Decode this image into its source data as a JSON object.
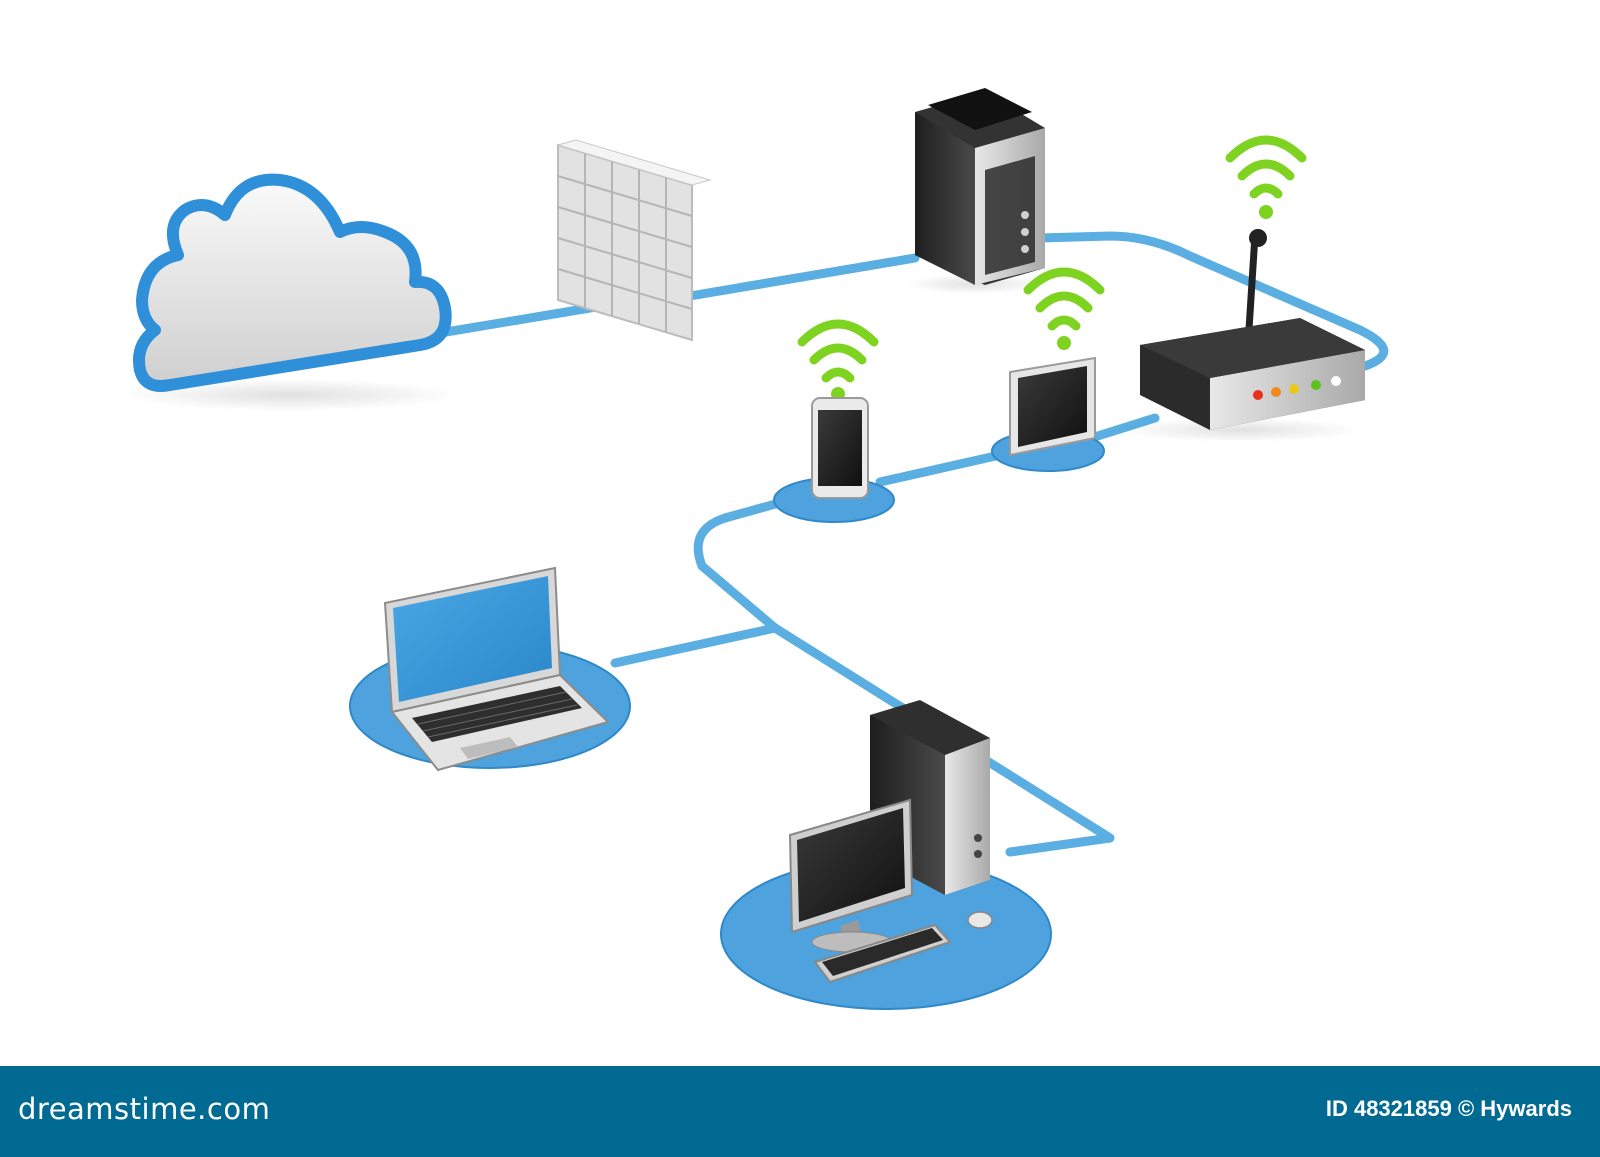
{
  "colors": {
    "background": "#ffffff",
    "cable": "#5aaee2",
    "platform": "#4ea3de",
    "wifi": "#7ed321",
    "footer": "#006a93",
    "device_dark": "#2b2b2b",
    "screen_blue": "#3b9ddc"
  },
  "diagram": {
    "nodes": [
      {
        "id": "cloud",
        "icon": "cloud-icon"
      },
      {
        "id": "firewall",
        "icon": "brick-wall-icon"
      },
      {
        "id": "server",
        "icon": "server-tower-icon"
      },
      {
        "id": "router",
        "icon": "wireless-router-icon"
      },
      {
        "id": "tablet",
        "icon": "tablet-icon"
      },
      {
        "id": "smartphone",
        "icon": "smartphone-icon"
      },
      {
        "id": "laptop",
        "icon": "laptop-icon"
      },
      {
        "id": "desktop",
        "icon": "desktop-computer-icon"
      }
    ],
    "links": [
      [
        "cloud",
        "firewall"
      ],
      [
        "firewall",
        "server"
      ],
      [
        "server",
        "router"
      ],
      [
        "router",
        "tablet"
      ],
      [
        "tablet",
        "smartphone"
      ],
      [
        "smartphone",
        "laptop"
      ],
      [
        "smartphone",
        "desktop"
      ]
    ]
  },
  "footer": {
    "brand": "dreamstime.com",
    "image_id": "ID 48321859",
    "copyright": "© Hywards"
  }
}
